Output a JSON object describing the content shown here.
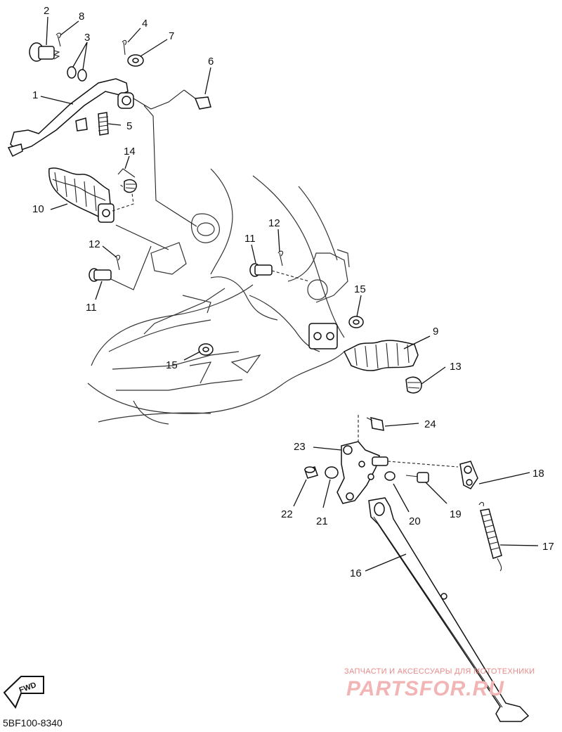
{
  "diagram_code": "5BF100-8340",
  "fwd_label": "FWD",
  "watermark": {
    "line1": "ЗАПЧАСТИ И АКСЕССУАРЫ ДЛЯ МОТОТЕХНИКИ",
    "line2": "PARTSFOR.RU"
  },
  "callouts": [
    "1",
    "2",
    "3",
    "4",
    "5",
    "6",
    "7",
    "8",
    "9",
    "10",
    "11",
    "12",
    "13",
    "14",
    "15",
    "16",
    "17",
    "18",
    "19",
    "20",
    "21",
    "22",
    "23",
    "24"
  ],
  "icons": {
    "fwd": "fwd-arrow-icon"
  }
}
